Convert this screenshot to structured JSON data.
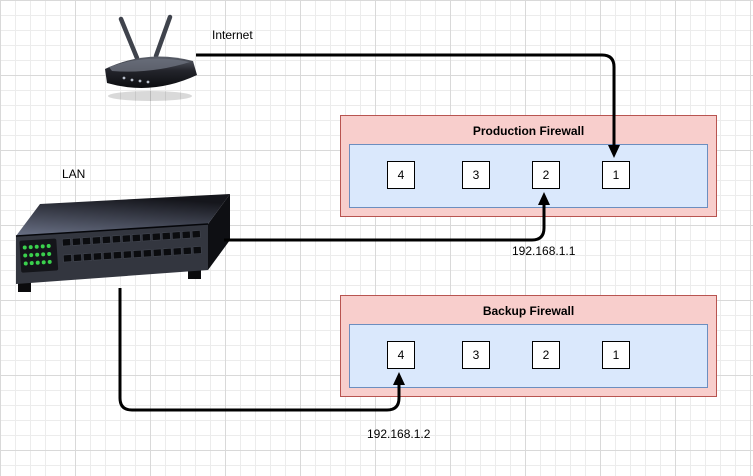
{
  "labels": {
    "internet": "Internet",
    "lan": "LAN"
  },
  "production_firewall": {
    "title": "Production Firewall",
    "ports": [
      "4",
      "3",
      "2",
      "1"
    ]
  },
  "backup_firewall": {
    "title": "Backup Firewall",
    "ports": [
      "4",
      "3",
      "2",
      "1"
    ]
  },
  "connections": [
    {
      "from": "wireless-router",
      "to": "production-firewall-port-1",
      "label": ""
    },
    {
      "from": "network-switch",
      "to": "production-firewall-port-2",
      "label": "192.168.1.1"
    },
    {
      "from": "network-switch",
      "to": "backup-firewall-port-4",
      "label": "192.168.1.2"
    }
  ],
  "icons": {
    "router": "wireless-router-image",
    "switch": "network-switch-image"
  },
  "colors": {
    "firewall_fill": "#f8cecc",
    "firewall_border": "#b85450",
    "port_panel_fill": "#dae8fc",
    "port_panel_border": "#6c8ebf",
    "port_fill": "#ffffff",
    "port_border": "#000000",
    "arrow": "#000000",
    "led_green": "#3ad14d"
  }
}
